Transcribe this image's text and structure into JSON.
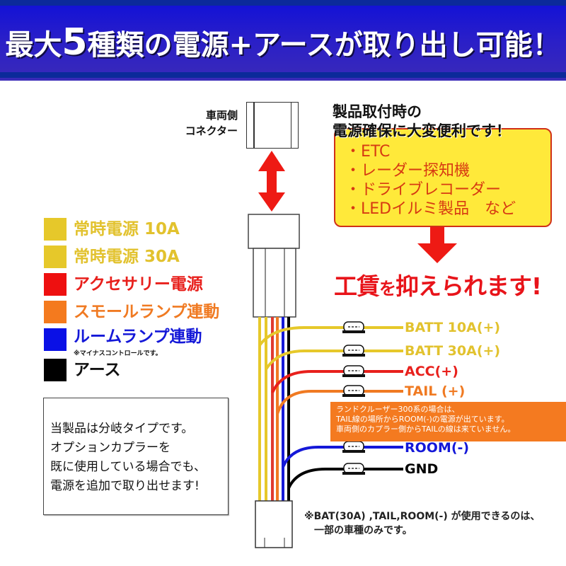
{
  "banner": {
    "title_prefix": "最大",
    "title_number": "5",
    "title_suffix": "種類の電源+アースが取り出し可能！",
    "bg_color": "#1a14d0"
  },
  "vehicle_connector": {
    "label_line1": "車両側",
    "label_line2": "コネクター"
  },
  "info_panel": {
    "title_line1": "製品取付時の",
    "title_line2": "電源確保に大変便利です！",
    "items": [
      "・ETC",
      "・レーダー探知機",
      "・ドライブレコーダー",
      "・LEDイルミ製品　など"
    ],
    "box_color": "#ffe93a",
    "text_color": "#d73a12"
  },
  "cost_message": {
    "part1": "工賃",
    "part2": "を",
    "part3": "抑えられます!"
  },
  "legend": [
    {
      "label": "常時電源 10A",
      "color": "#e6c82a",
      "text_color": "#e2c22e"
    },
    {
      "label": "常時電源 30A",
      "color": "#e6c82a",
      "text_color": "#e2c22e"
    },
    {
      "label": "アクセサリー電源",
      "color": "#ee1010",
      "text_color": "#e8201c"
    },
    {
      "label": "スモールランプ連動",
      "color": "#f47a1e",
      "text_color": "#f07a22"
    },
    {
      "label": "ルームランプ連動",
      "color": "#0a10e6",
      "text_color": "#1418d8",
      "note": "※マイナスコントロールです。"
    },
    {
      "label": "アース",
      "color": "#000000",
      "text_color": "#111111"
    }
  ],
  "wires": [
    {
      "label": "BATT 10A(+)",
      "color": "#e6c82a"
    },
    {
      "label": "BATT 30A(+)",
      "color": "#e6c82a"
    },
    {
      "label": "ACC(+)",
      "color": "#e8201c"
    },
    {
      "label": "TAIL (+)",
      "color": "#f07a22"
    },
    {
      "label": "ROOM(-)",
      "color": "#1418d8"
    },
    {
      "label": "GND",
      "color": "#000000"
    }
  ],
  "landcruiser_note": {
    "line1": "ランドクルーザー300系の場合は、",
    "line2": "TAIL線の場所からROOM(-)の電源が出ています。",
    "line3": "車両側のカプラー側からTAILの線は来ていません。",
    "bg_color": "#f47a20"
  },
  "product_note": {
    "line1": "当製品は分岐タイプです。",
    "line2": "オプションカプラーを",
    "line3": "既に使用している場合でも、",
    "line4": "電源を追加で取り出せます!"
  },
  "footnote": {
    "line1": "※BAT(30A) ,TAIL,ROOM(-) が使用できるのは、",
    "line2": "　一部の車種のみです。"
  }
}
